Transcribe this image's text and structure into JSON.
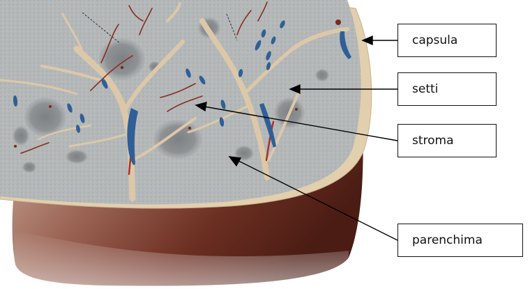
{
  "labels": {
    "capsula": "capsula",
    "setti": "setti",
    "stroma": "stroma",
    "parenchima": "parenchima"
  },
  "colors": {
    "parenchyma_gray": "#b4b7b8",
    "septa_tan": "#dcc8a8",
    "capsule_tan": "#e2cfae",
    "cut_face_brown": "#6e3325",
    "vessel_blue": "#2f5f96",
    "vessel_red": "#8b2a1f",
    "nodule_gray": "#8c8f91"
  },
  "icons": [
    "arrow-icon"
  ]
}
